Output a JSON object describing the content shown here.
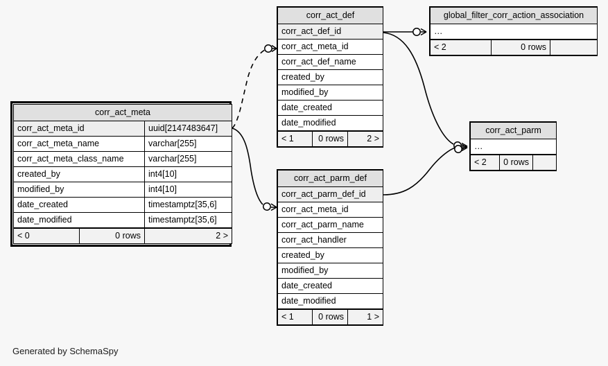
{
  "diagram": {
    "background_color": "#f7f7f7",
    "caption": "Generated by SchemaSpy",
    "header_color": "#e0e0e0",
    "pk_row_color": "#eeeeee",
    "line_color": "#000000"
  },
  "tables": {
    "corr_act_meta": {
      "name": "corr_act_meta",
      "focal": true,
      "columns": [
        {
          "name": "corr_act_meta_id",
          "type": "uuid[2147483647]",
          "pk": true
        },
        {
          "name": "corr_act_meta_name",
          "type": "varchar[255]",
          "pk": false
        },
        {
          "name": "corr_act_meta_class_name",
          "type": "varchar[255]",
          "pk": false
        },
        {
          "name": "created_by",
          "type": "int4[10]",
          "pk": false
        },
        {
          "name": "modified_by",
          "type": "int4[10]",
          "pk": false
        },
        {
          "name": "date_created",
          "type": "timestamptz[35,6]",
          "pk": false
        },
        {
          "name": "date_modified",
          "type": "timestamptz[35,6]",
          "pk": false
        }
      ],
      "footer": {
        "left": "< 0",
        "middle": "0 rows",
        "right": "2 >"
      }
    },
    "corr_act_def": {
      "name": "corr_act_def",
      "focal": false,
      "columns": [
        {
          "name": "corr_act_def_id",
          "pk": true
        },
        {
          "name": "corr_act_meta_id",
          "pk": false
        },
        {
          "name": "corr_act_def_name",
          "pk": false
        },
        {
          "name": "created_by",
          "pk": false
        },
        {
          "name": "modified_by",
          "pk": false
        },
        {
          "name": "date_created",
          "pk": false
        },
        {
          "name": "date_modified",
          "pk": false
        }
      ],
      "footer": {
        "left": "< 1",
        "middle": "0 rows",
        "right": "2 >"
      }
    },
    "corr_act_parm_def": {
      "name": "corr_act_parm_def",
      "focal": false,
      "columns": [
        {
          "name": "corr_act_parm_def_id",
          "pk": true
        },
        {
          "name": "corr_act_meta_id",
          "pk": false
        },
        {
          "name": "corr_act_parm_name",
          "pk": false
        },
        {
          "name": "corr_act_handler",
          "pk": false
        },
        {
          "name": "created_by",
          "pk": false
        },
        {
          "name": "modified_by",
          "pk": false
        },
        {
          "name": "date_created",
          "pk": false
        },
        {
          "name": "date_modified",
          "pk": false
        }
      ],
      "footer": {
        "left": "< 1",
        "middle": "0 rows",
        "right": "1 >"
      }
    },
    "global_filter_corr_action_association": {
      "name": "global_filter_corr_action_association",
      "focal": false,
      "collapsed_label": "…",
      "footer": {
        "left": "< 2",
        "middle": "0 rows",
        "right": ""
      }
    },
    "corr_act_parm": {
      "name": "corr_act_parm",
      "focal": false,
      "collapsed_label": "…",
      "footer": {
        "left": "< 2",
        "middle": "0 rows",
        "right": ""
      }
    }
  },
  "relationships": [
    {
      "from": "corr_act_meta",
      "to": "corr_act_def",
      "style": "dashed",
      "cardinality": "zero-or-more"
    },
    {
      "from": "corr_act_meta",
      "to": "corr_act_parm_def",
      "style": "solid",
      "cardinality": "zero-or-more"
    },
    {
      "from": "corr_act_def",
      "to": "global_filter_corr_action_association",
      "style": "solid",
      "cardinality": "zero-or-more"
    },
    {
      "from": "corr_act_def",
      "to": "corr_act_parm",
      "style": "solid",
      "cardinality": "zero-or-more"
    },
    {
      "from": "corr_act_parm_def",
      "to": "corr_act_parm",
      "style": "solid",
      "cardinality": "zero-or-more"
    }
  ]
}
